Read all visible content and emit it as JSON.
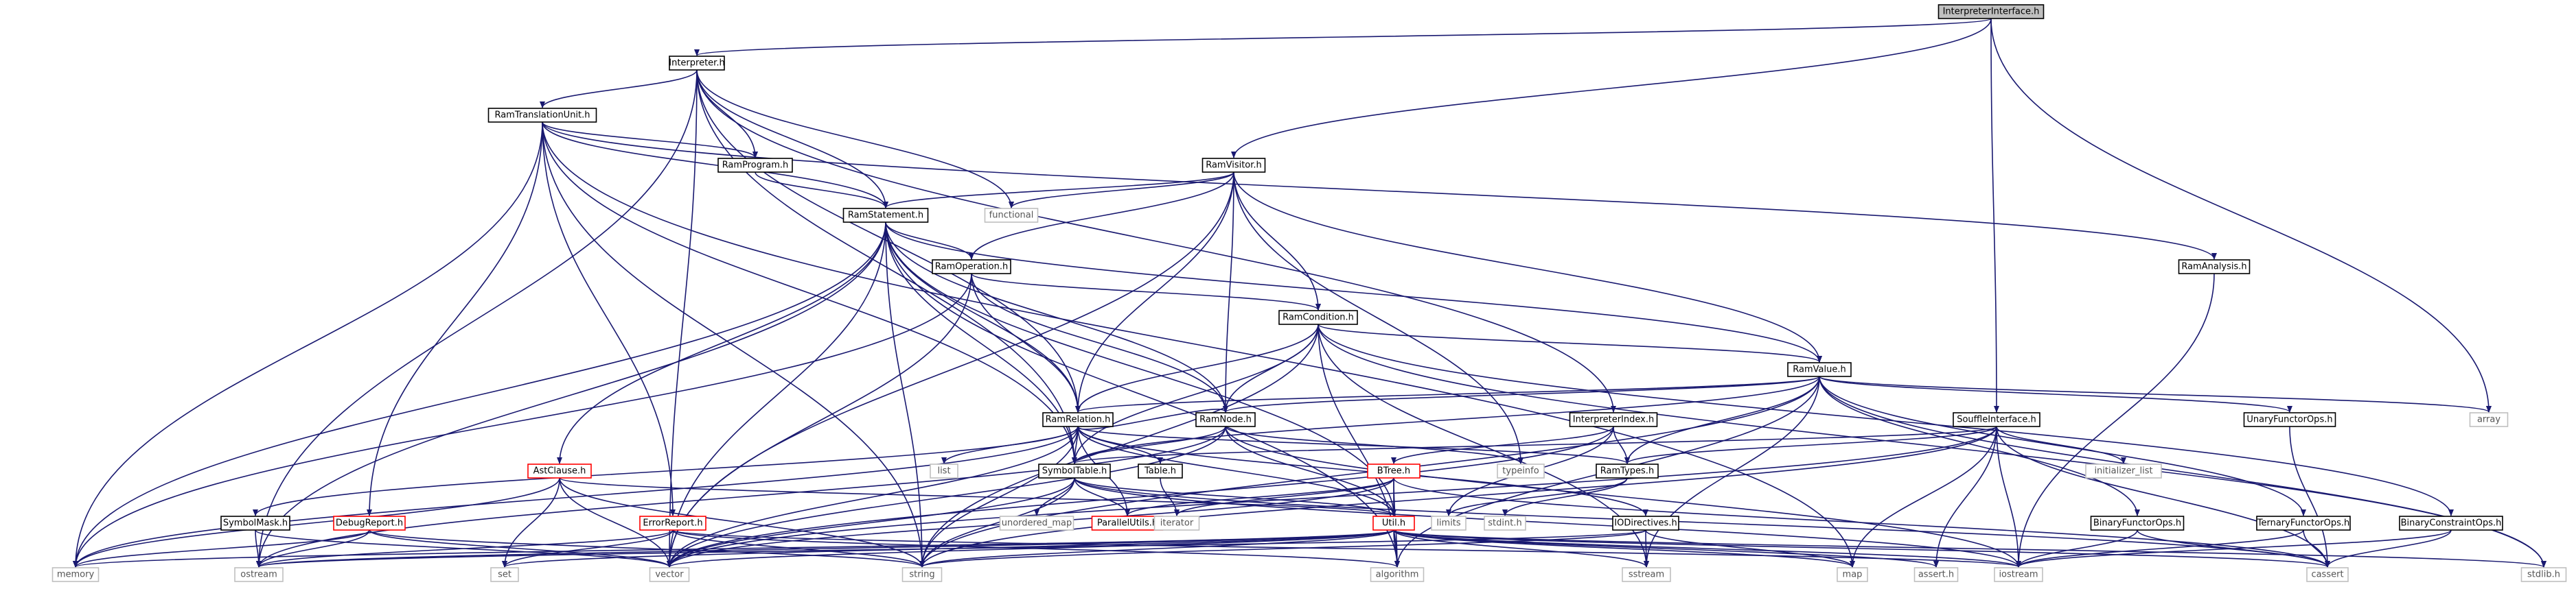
{
  "colors": {
    "edge": "#191970",
    "node_border": "#000000",
    "root_fill": "#bfbfbf",
    "node_fill": "#ffffff",
    "system_border": "#bfbfbf",
    "system_text": "#555555",
    "incomplete_border": "#ff0000",
    "text": "#000000"
  },
  "nodes": [
    {
      "id": "interpreterinterface",
      "label": "InterpreterInterface.h",
      "kind": "root"
    },
    {
      "id": "interpreter",
      "label": "Interpreter.h",
      "kind": "file"
    },
    {
      "id": "ramtranslationunit",
      "label": "RamTranslationUnit.h",
      "kind": "file"
    },
    {
      "id": "ramprogram",
      "label": "RamProgram.h",
      "kind": "file"
    },
    {
      "id": "ramvisitor",
      "label": "RamVisitor.h",
      "kind": "file"
    },
    {
      "id": "ramstatement",
      "label": "RamStatement.h",
      "kind": "file"
    },
    {
      "id": "functional",
      "label": "functional",
      "kind": "system"
    },
    {
      "id": "ramoperation",
      "label": "RamOperation.h",
      "kind": "file"
    },
    {
      "id": "ramcondition",
      "label": "RamCondition.h",
      "kind": "file"
    },
    {
      "id": "ramanalysis",
      "label": "RamAnalysis.h",
      "kind": "file"
    },
    {
      "id": "ramvalue",
      "label": "RamValue.h",
      "kind": "file"
    },
    {
      "id": "ramrelation",
      "label": "RamRelation.h",
      "kind": "file"
    },
    {
      "id": "ramnode",
      "label": "RamNode.h",
      "kind": "file"
    },
    {
      "id": "interpreterindex",
      "label": "InterpreterIndex.h",
      "kind": "file"
    },
    {
      "id": "souffleinterface",
      "label": "SouffleInterface.h",
      "kind": "file"
    },
    {
      "id": "unaryfunctorops",
      "label": "UnaryFunctorOps.h",
      "kind": "file"
    },
    {
      "id": "array",
      "label": "array",
      "kind": "system"
    },
    {
      "id": "astclause",
      "label": "AstClause.h",
      "kind": "incomplete"
    },
    {
      "id": "list",
      "label": "list",
      "kind": "system"
    },
    {
      "id": "symboltable",
      "label": "SymbolTable.h",
      "kind": "file"
    },
    {
      "id": "tableh",
      "label": "Table.h",
      "kind": "file"
    },
    {
      "id": "btree",
      "label": "BTree.h",
      "kind": "incomplete"
    },
    {
      "id": "typeinfo",
      "label": "typeinfo",
      "kind": "system"
    },
    {
      "id": "ramtypes",
      "label": "RamTypes.h",
      "kind": "file"
    },
    {
      "id": "initializer_list",
      "label": "initializer_list",
      "kind": "system"
    },
    {
      "id": "symbolmask",
      "label": "SymbolMask.h",
      "kind": "file"
    },
    {
      "id": "debugreport",
      "label": "DebugReport.h",
      "kind": "incomplete"
    },
    {
      "id": "errorreport",
      "label": "ErrorReport.h",
      "kind": "incomplete"
    },
    {
      "id": "unordered_map",
      "label": "unordered_map",
      "kind": "system"
    },
    {
      "id": "parallelutils",
      "label": "ParallelUtils.h",
      "kind": "incomplete"
    },
    {
      "id": "iterator",
      "label": "iterator",
      "kind": "system"
    },
    {
      "id": "utilh",
      "label": "Util.h",
      "kind": "incomplete"
    },
    {
      "id": "limits",
      "label": "limits",
      "kind": "system"
    },
    {
      "id": "stdint",
      "label": "stdint.h",
      "kind": "system"
    },
    {
      "id": "iodirectives",
      "label": "IODirectives.h",
      "kind": "file"
    },
    {
      "id": "binaryfunctorops",
      "label": "BinaryFunctorOps.h",
      "kind": "file"
    },
    {
      "id": "ternaryfunctorops",
      "label": "TernaryFunctorOps.h",
      "kind": "file"
    },
    {
      "id": "binaryconstraintops",
      "label": "BinaryConstraintOps.h",
      "kind": "file"
    },
    {
      "id": "memory",
      "label": "memory",
      "kind": "system"
    },
    {
      "id": "ostream",
      "label": "ostream",
      "kind": "system"
    },
    {
      "id": "set",
      "label": "set",
      "kind": "system"
    },
    {
      "id": "vector",
      "label": "vector",
      "kind": "system"
    },
    {
      "id": "stringh",
      "label": "string",
      "kind": "system"
    },
    {
      "id": "algorithm",
      "label": "algorithm",
      "kind": "system"
    },
    {
      "id": "sstream",
      "label": "sstream",
      "kind": "system"
    },
    {
      "id": "map",
      "label": "map",
      "kind": "system"
    },
    {
      "id": "asserth",
      "label": "assert.h",
      "kind": "system"
    },
    {
      "id": "iostream",
      "label": "iostream",
      "kind": "system"
    },
    {
      "id": "cassert",
      "label": "cassert",
      "kind": "system"
    },
    {
      "id": "stdlib",
      "label": "stdlib.h",
      "kind": "system"
    }
  ],
  "edges": [
    [
      "interpreterinterface",
      "interpreter"
    ],
    [
      "interpreterinterface",
      "ramvisitor"
    ],
    [
      "interpreterinterface",
      "souffleinterface"
    ],
    [
      "interpreterinterface",
      "array"
    ],
    [
      "interpreter",
      "ramtranslationunit"
    ],
    [
      "interpreter",
      "ramprogram"
    ],
    [
      "interpreter",
      "ramstatement"
    ],
    [
      "interpreter",
      "functional"
    ],
    [
      "interpreter",
      "ramrelation"
    ],
    [
      "interpreter",
      "symboltable"
    ],
    [
      "interpreter",
      "interpreterindex"
    ],
    [
      "interpreter",
      "ostream"
    ],
    [
      "interpreter",
      "vector"
    ],
    [
      "ramtranslationunit",
      "ramprogram"
    ],
    [
      "ramtranslationunit",
      "ramanalysis"
    ],
    [
      "ramtranslationunit",
      "memory"
    ],
    [
      "ramtranslationunit",
      "symboltable"
    ],
    [
      "ramtranslationunit",
      "debugreport"
    ],
    [
      "ramtranslationunit",
      "errorreport"
    ],
    [
      "ramtranslationunit",
      "map"
    ],
    [
      "ramtranslationunit",
      "stringh"
    ],
    [
      "ramtranslationunit",
      "ramstatement"
    ],
    [
      "ramprogram",
      "ramstatement"
    ],
    [
      "ramvisitor",
      "ramstatement"
    ],
    [
      "ramvisitor",
      "ramoperation"
    ],
    [
      "ramvisitor",
      "ramcondition"
    ],
    [
      "ramvisitor",
      "ramvalue"
    ],
    [
      "ramvisitor",
      "ramrelation"
    ],
    [
      "ramvisitor",
      "ramnode"
    ],
    [
      "ramvisitor",
      "functional"
    ],
    [
      "ramvisitor",
      "typeinfo"
    ],
    [
      "ramvisitor",
      "vector"
    ],
    [
      "ramstatement",
      "ramoperation"
    ],
    [
      "ramstatement",
      "ramrelation"
    ],
    [
      "ramstatement",
      "ramnode"
    ],
    [
      "ramstatement",
      "ramvalue"
    ],
    [
      "ramstatement",
      "astclause"
    ],
    [
      "ramstatement",
      "symboltable"
    ],
    [
      "ramstatement",
      "utilh"
    ],
    [
      "ramstatement",
      "memory"
    ],
    [
      "ramstatement",
      "ostream"
    ],
    [
      "ramstatement",
      "vector"
    ],
    [
      "ramstatement",
      "stringh"
    ],
    [
      "ramstatement",
      "algorithm"
    ],
    [
      "ramoperation",
      "ramcondition"
    ],
    [
      "ramoperation",
      "ramrelation"
    ],
    [
      "ramoperation",
      "ramnode"
    ],
    [
      "ramoperation",
      "memory"
    ],
    [
      "ramoperation",
      "vector"
    ],
    [
      "ramcondition",
      "ramvalue"
    ],
    [
      "ramcondition",
      "ramrelation"
    ],
    [
      "ramcondition",
      "ramnode"
    ],
    [
      "ramcondition",
      "binaryconstraintops"
    ],
    [
      "ramcondition",
      "symboltable"
    ],
    [
      "ramcondition",
      "stringh"
    ],
    [
      "ramcondition",
      "sstream"
    ],
    [
      "ramcondition",
      "algorithm"
    ],
    [
      "ramcondition",
      "stdlib"
    ],
    [
      "ramanalysis",
      "iostream"
    ],
    [
      "ramvalue",
      "ramrelation"
    ],
    [
      "ramvalue",
      "ramnode"
    ],
    [
      "ramvalue",
      "ramtypes"
    ],
    [
      "ramvalue",
      "symboltable"
    ],
    [
      "ramvalue",
      "unaryfunctorops"
    ],
    [
      "ramvalue",
      "binaryfunctorops"
    ],
    [
      "ramvalue",
      "ternaryfunctorops"
    ],
    [
      "ramvalue",
      "array"
    ],
    [
      "ramvalue",
      "stringh"
    ],
    [
      "ramvalue",
      "sstream"
    ],
    [
      "ramvalue",
      "algorithm"
    ],
    [
      "ramvalue",
      "stdlib"
    ],
    [
      "ramrelation",
      "symboltable"
    ],
    [
      "ramrelation",
      "tableh"
    ],
    [
      "ramrelation",
      "parallelutils"
    ],
    [
      "ramrelation",
      "symbolmask"
    ],
    [
      "ramrelation",
      "ramnode"
    ],
    [
      "ramrelation",
      "ramtypes"
    ],
    [
      "ramrelation",
      "iodirectives"
    ],
    [
      "ramrelation",
      "list"
    ],
    [
      "ramrelation",
      "utilh"
    ],
    [
      "ramrelation",
      "memory"
    ],
    [
      "ramrelation",
      "vector"
    ],
    [
      "ramrelation",
      "stringh"
    ],
    [
      "ramnode",
      "symboltable"
    ],
    [
      "ramnode",
      "typeinfo"
    ],
    [
      "ramnode",
      "utilh"
    ],
    [
      "ramnode",
      "vector"
    ],
    [
      "ramnode",
      "ostream"
    ],
    [
      "ramnode",
      "iostream"
    ],
    [
      "interpreterindex",
      "btree"
    ],
    [
      "interpreterindex",
      "ramtypes"
    ],
    [
      "interpreterindex",
      "limits"
    ],
    [
      "interpreterindex",
      "vector"
    ],
    [
      "souffleinterface",
      "symboltable"
    ],
    [
      "souffleinterface",
      "ramtypes"
    ],
    [
      "souffleinterface",
      "initializer_list"
    ],
    [
      "souffleinterface",
      "iostream"
    ],
    [
      "souffleinterface",
      "map"
    ],
    [
      "souffleinterface",
      "stringh"
    ],
    [
      "souffleinterface",
      "asserth"
    ],
    [
      "souffleinterface",
      "cassert"
    ],
    [
      "souffleinterface",
      "vector"
    ],
    [
      "unaryfunctorops",
      "cassert"
    ],
    [
      "astclause",
      "utilh"
    ],
    [
      "astclause",
      "memory"
    ],
    [
      "astclause",
      "set"
    ],
    [
      "astclause",
      "vector"
    ],
    [
      "astclause",
      "stringh"
    ],
    [
      "symboltable",
      "parallelutils"
    ],
    [
      "symboltable",
      "utilh"
    ],
    [
      "symboltable",
      "unordered_map"
    ],
    [
      "symboltable",
      "iostream"
    ],
    [
      "symboltable",
      "stringh"
    ],
    [
      "symboltable",
      "vector"
    ],
    [
      "symboltable",
      "cassert"
    ],
    [
      "tableh",
      "iterator"
    ],
    [
      "btree",
      "parallelutils"
    ],
    [
      "btree",
      "utilh"
    ],
    [
      "btree",
      "iterator"
    ],
    [
      "btree",
      "algorithm"
    ],
    [
      "btree",
      "vector"
    ],
    [
      "btree",
      "cassert"
    ],
    [
      "ramtypes",
      "stdint"
    ],
    [
      "ramtypes",
      "limits"
    ],
    [
      "symbolmask",
      "ostream"
    ],
    [
      "symbolmask",
      "vector"
    ],
    [
      "debugreport",
      "ostream"
    ],
    [
      "debugreport",
      "vector"
    ],
    [
      "debugreport",
      "stringh"
    ],
    [
      "debugreport",
      "memory"
    ],
    [
      "errorreport",
      "set"
    ],
    [
      "errorreport",
      "stringh"
    ],
    [
      "errorreport",
      "ostream"
    ],
    [
      "errorreport",
      "iostream"
    ],
    [
      "errorreport",
      "algorithm"
    ],
    [
      "utilh",
      "memory"
    ],
    [
      "utilh",
      "ostream"
    ],
    [
      "utilh",
      "set"
    ],
    [
      "utilh",
      "vector"
    ],
    [
      "utilh",
      "stringh"
    ],
    [
      "utilh",
      "algorithm"
    ],
    [
      "utilh",
      "sstream"
    ],
    [
      "utilh",
      "map"
    ],
    [
      "utilh",
      "asserth"
    ],
    [
      "utilh",
      "iostream"
    ],
    [
      "utilh",
      "cassert"
    ],
    [
      "utilh",
      "stdlib"
    ],
    [
      "iodirectives",
      "map"
    ],
    [
      "iodirectives",
      "sstream"
    ],
    [
      "iodirectives",
      "stringh"
    ],
    [
      "iodirectives",
      "ostream"
    ],
    [
      "binaryfunctorops",
      "iostream"
    ],
    [
      "binaryfunctorops",
      "cassert"
    ],
    [
      "ternaryfunctorops",
      "iostream"
    ],
    [
      "ternaryfunctorops",
      "cassert"
    ],
    [
      "binaryconstraintops",
      "iostream"
    ],
    [
      "binaryconstraintops",
      "cassert"
    ]
  ]
}
